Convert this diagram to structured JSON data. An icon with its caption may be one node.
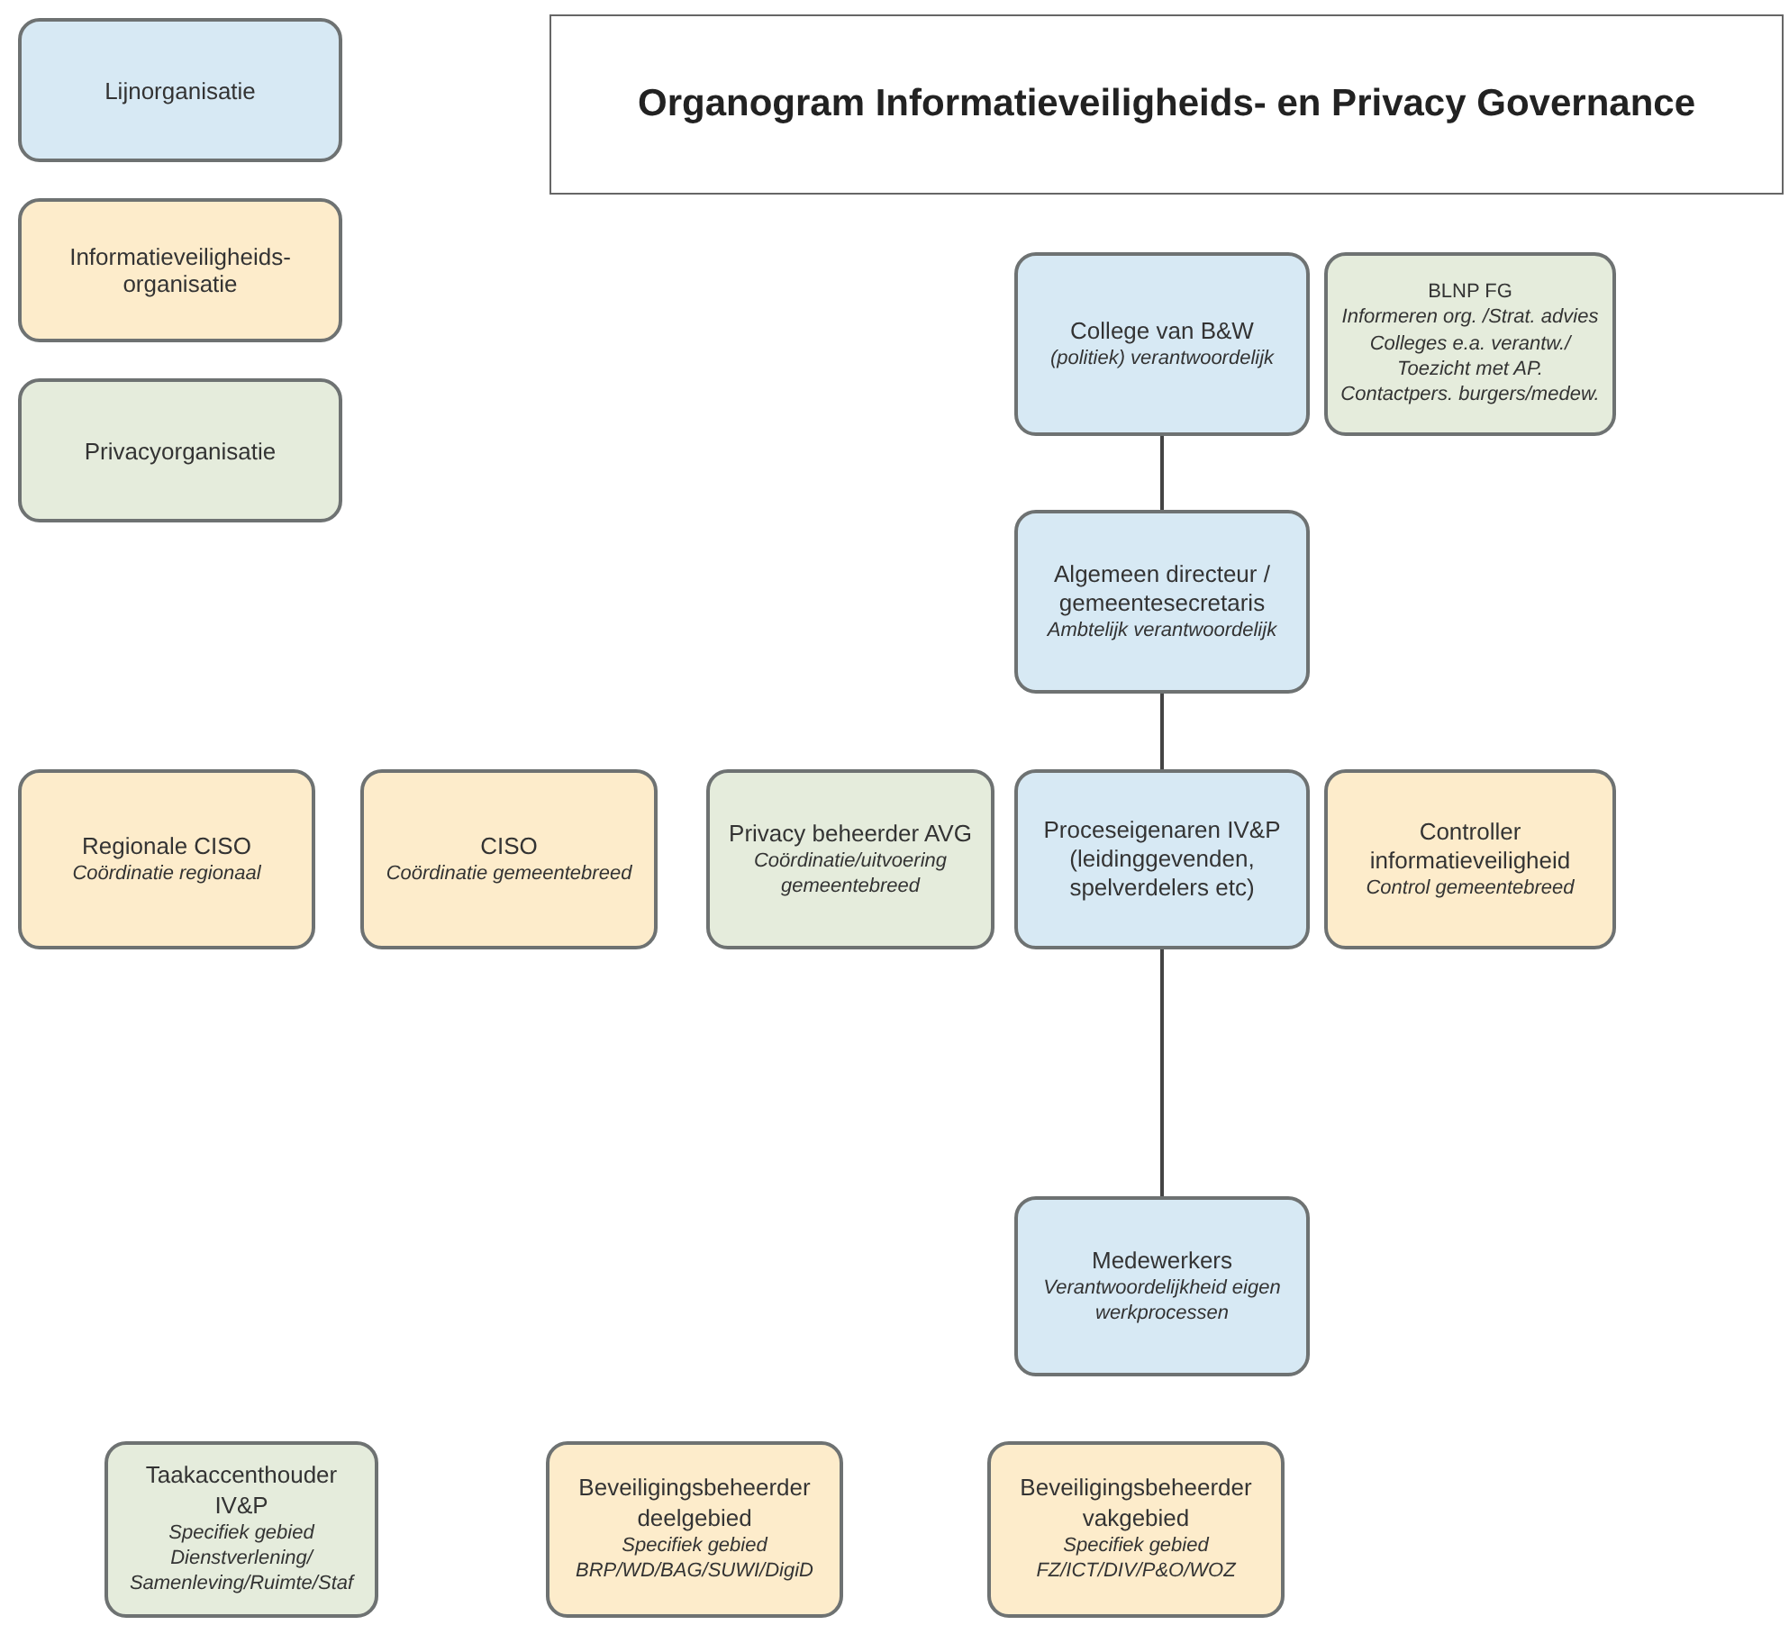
{
  "diagram": {
    "title": "Organogram Informatieveiligheids- en Privacy Governance",
    "nodes": [
      {
        "text": [
          "College van B&W",
          "(politiek) verantwoordelijk"
        ]
      },
      {
        "text": [
          "BLNP FG",
          "Informeren org. /Strat. advies Colleges e.a. verantw./ Toezicht met AP. Contactpers. burgers/medew."
        ]
      },
      {
        "text": [
          "Algemeen directeur / gemeentesecretaris",
          "Ambtelijk verantwoordelijk"
        ]
      },
      {
        "text": [
          "Regionale CISO",
          "Coördinatie regionaal"
        ]
      },
      {
        "text": [
          "CISO",
          "Coördinatie gemeentebreed"
        ]
      },
      {
        "text": [
          "Privacy beheerder AVG",
          "Coördinatie/uitvoering gemeentebreed"
        ]
      },
      {
        "text": [
          "Proceseigenaren IV&P (leidinggevenden, spelverdelers etc)"
        ]
      },
      {
        "text": [
          "Controller informatieveiligheid",
          "Control gemeentebreed"
        ]
      },
      {
        "text": [
          "Medewerkers",
          "Verantwoordelijkheid eigen werkprocessen"
        ]
      },
      {
        "text": [
          "Taakaccenthouder IV&P",
          "Specifiek gebied Dienstverlening/ Samenleving/Ruimte/Staf"
        ]
      },
      {
        "text": [
          "Beveiligingsbeheerder deelgebied",
          "Specifiek gebied BRP/WD/BAG/SUWI/DigiD"
        ]
      },
      {
        "text": [
          "Beveiligingsbeheerder vakgebied",
          "Specifiek gebied FZ/ICT/DIV/P&O/WOZ"
        ]
      }
    ],
    "edges": [
      {
        "from": 0,
        "to": 2,
        "arrow": "none"
      },
      {
        "from": 2,
        "to": 6,
        "arrow": "none"
      },
      {
        "from": 6,
        "to": 8,
        "arrow": "none"
      }
    ],
    "legend": [
      {
        "text": "Lijnorganisatie",
        "color": "#d7e9f4"
      },
      {
        "text": "Informatieveiligheids-organisatie",
        "color": "#fdeccb"
      },
      {
        "text": "Privacyorganisatie",
        "color": "#e5ecdc"
      }
    ]
  }
}
